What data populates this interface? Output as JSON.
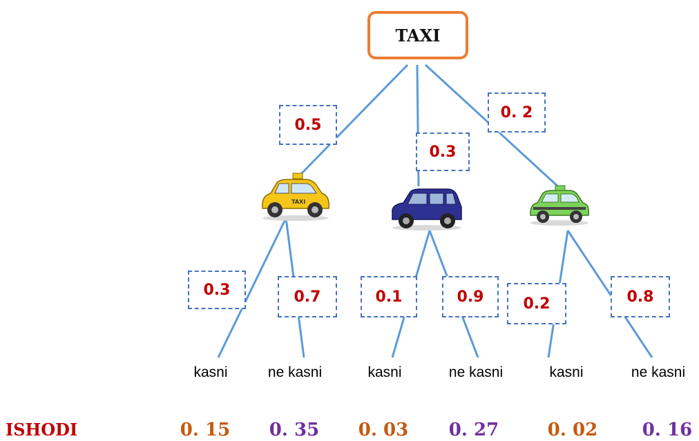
{
  "root": {
    "label": "TAXI"
  },
  "branch_probs": [
    "0.5",
    "0.3",
    "0. 2"
  ],
  "cars": [
    {
      "icon": "yellow-taxi-icon",
      "color": "#F5C518",
      "badge": "TAXI"
    },
    {
      "icon": "blue-cab-icon",
      "color": "#2E3192"
    },
    {
      "icon": "green-taxi-icon",
      "color": "#7DD35A"
    }
  ],
  "leaf_probs": [
    "0.3",
    "0.7",
    "0.1",
    "0.9",
    "0.2",
    "0.8"
  ],
  "leaves": [
    "kasni",
    "ne kasni",
    "kasni",
    "ne kasni",
    "kasni",
    "ne kasni"
  ],
  "outcomes": {
    "title": "ISHODI",
    "values": [
      "0. 15",
      "0. 35",
      "0. 03",
      "0. 27",
      "0. 02",
      "0. 16"
    ]
  },
  "colors": {
    "edge": "#5B9BD5",
    "root_border": "#ED7D31",
    "prob_text": "#C00000",
    "prob_border": "#4472C4",
    "outcome_delay": "#C55A11",
    "outcome_ontime": "#7030A0"
  }
}
